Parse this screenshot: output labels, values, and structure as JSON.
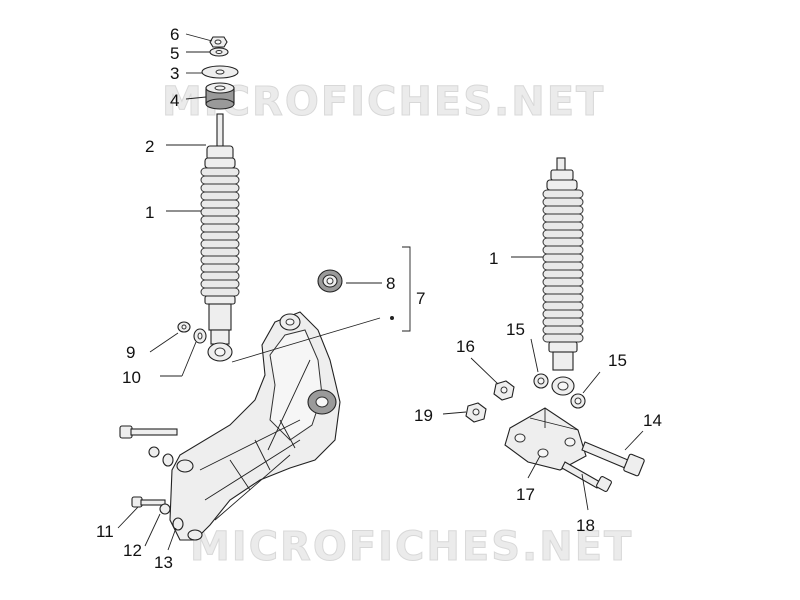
{
  "watermark": "MICROFICHES.NET",
  "callouts": {
    "c1a": "1",
    "c1b": "1",
    "c2": "2",
    "c3": "3",
    "c4": "4",
    "c5": "5",
    "c6": "6",
    "c7": "7",
    "c8": "8",
    "c9": "9",
    "c10": "10",
    "c11": "11",
    "c12": "12",
    "c13": "13",
    "c14": "14",
    "c15a": "15",
    "c15b": "15",
    "c16": "16",
    "c17": "17",
    "c18": "18",
    "c19": "19"
  }
}
